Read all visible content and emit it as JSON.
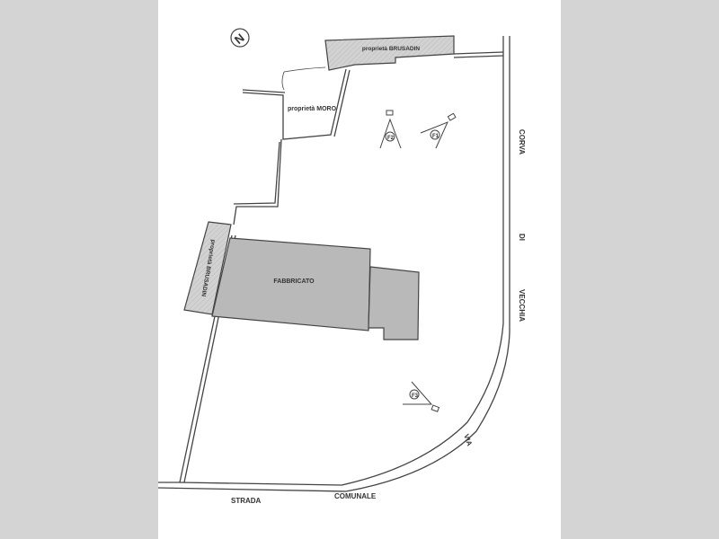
{
  "plan": {
    "labels": {
      "brusadin_top": "proprietà BRUSADIN",
      "brusadin_left": "proprietà BRUSADIN",
      "moro": "proprietà MORO",
      "building": "FABBRICATO",
      "strada": "STRADA",
      "comunale": "COMUNALE",
      "via": "VIA",
      "vecchia": "VECCHIA",
      "di": "DI",
      "corva": "CORVA"
    },
    "viewpoints": [
      "F1",
      "F2",
      "F3"
    ],
    "north_symbol": "N",
    "colors": {
      "hatch": "#c8c8c8",
      "building": "#b4b4b4",
      "line": "#444444"
    }
  }
}
